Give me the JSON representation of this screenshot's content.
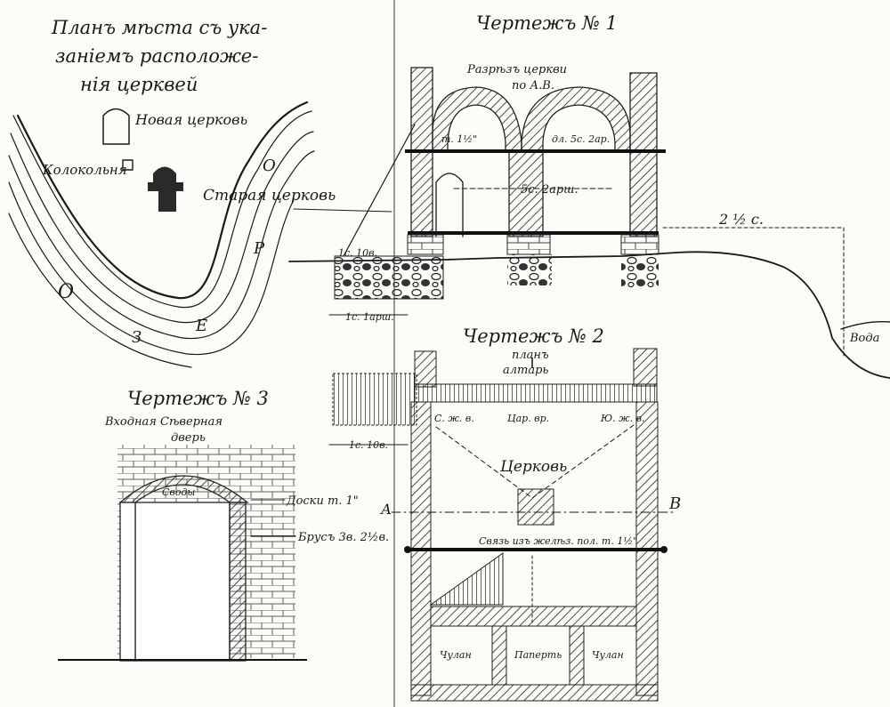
{
  "plan": {
    "title_lines": [
      "Планъ мѣста съ ука-",
      "занiемъ расположе-",
      "нiя церквей"
    ],
    "new_church": "Новая церковь",
    "bell_tower": "Колокольня",
    "old_church": "Старая церковь",
    "lake_letters": [
      "О",
      "З",
      "Е",
      "Р",
      "О"
    ]
  },
  "drawing1": {
    "title": "Чертежъ № 1",
    "subtitle_lines": [
      "Разрѣзъ церкви",
      "по А.В."
    ],
    "dim_beam": "m. 1½\"",
    "dim_arch": "дл. 5с. 2ар.",
    "dim_height": "5с. 2арш.",
    "dim_foundation": "1с. 1арш.",
    "dim_slope": "2 ½ с.",
    "water_label": "Вода"
  },
  "drawing2": {
    "title": "Чертежъ № 2",
    "subtitle_lines": [
      "планъ",
      "алтарь"
    ],
    "church_label": "Церковь",
    "label_a": "А",
    "label_b": "В",
    "beam_label": "Связь изъ желѣз. пол. m. 1½\"",
    "left_room": "С. ж. в.",
    "center_room": "Цар. вр.",
    "right_room": "Ю. ж. в.",
    "dim_left": "1с. 10в.",
    "rooms_bottom": [
      "Чулан",
      "Паперть",
      "Чулан"
    ]
  },
  "drawing3": {
    "title": "Чертежъ № 3",
    "subtitle_lines": [
      "Входная Сѣверная",
      "дверь"
    ],
    "arch_label": "Своды",
    "callout1": "Доски т. 1\"",
    "callout2": "Брусъ 3в. 2½в."
  }
}
